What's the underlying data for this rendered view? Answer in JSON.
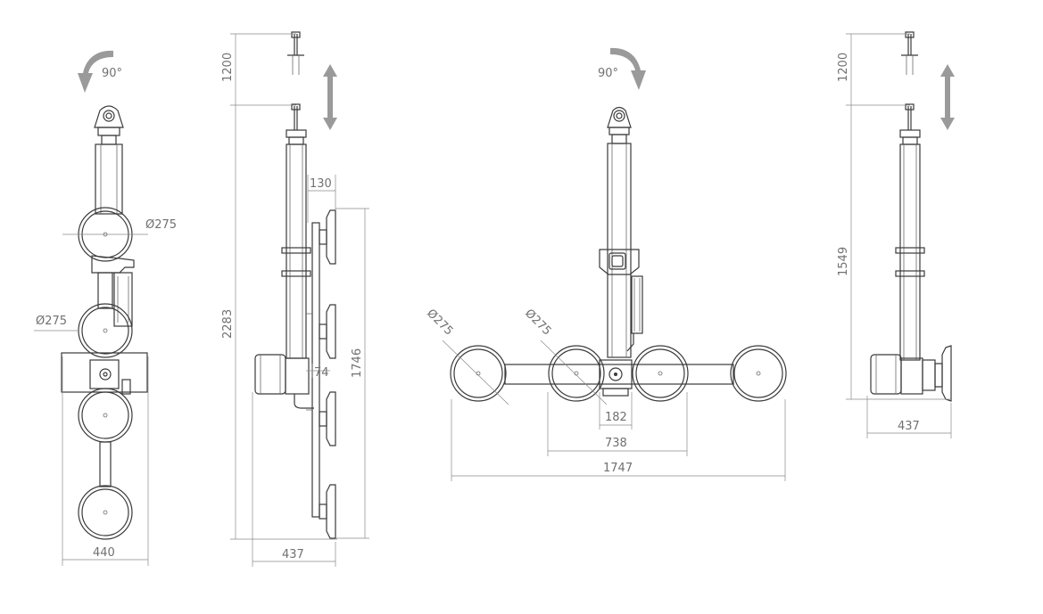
{
  "views": {
    "front": {
      "rotation": "90°",
      "pad_diameter_top": "Ø275",
      "pad_diameter_mid": "Ø275",
      "width": "440"
    },
    "side": {
      "lift_stroke": "1200",
      "total_height": "2283",
      "pad_depth": "130",
      "pad_span": "1746",
      "offset": "74",
      "depth": "437"
    },
    "horizontal": {
      "rotation": "90°",
      "pad_diameter_left": "Ø275",
      "pad_diameter_inner": "Ø275",
      "hub_width": "182",
      "inner_span": "738",
      "total_span": "1747"
    },
    "side_horizontal": {
      "lift_stroke": "1200",
      "height": "1549",
      "depth": "437"
    }
  },
  "colors": {
    "line": "#3a3a3a",
    "dimension": "#8a8a8a",
    "arrow": "#9a9a9a",
    "background": "#ffffff"
  }
}
